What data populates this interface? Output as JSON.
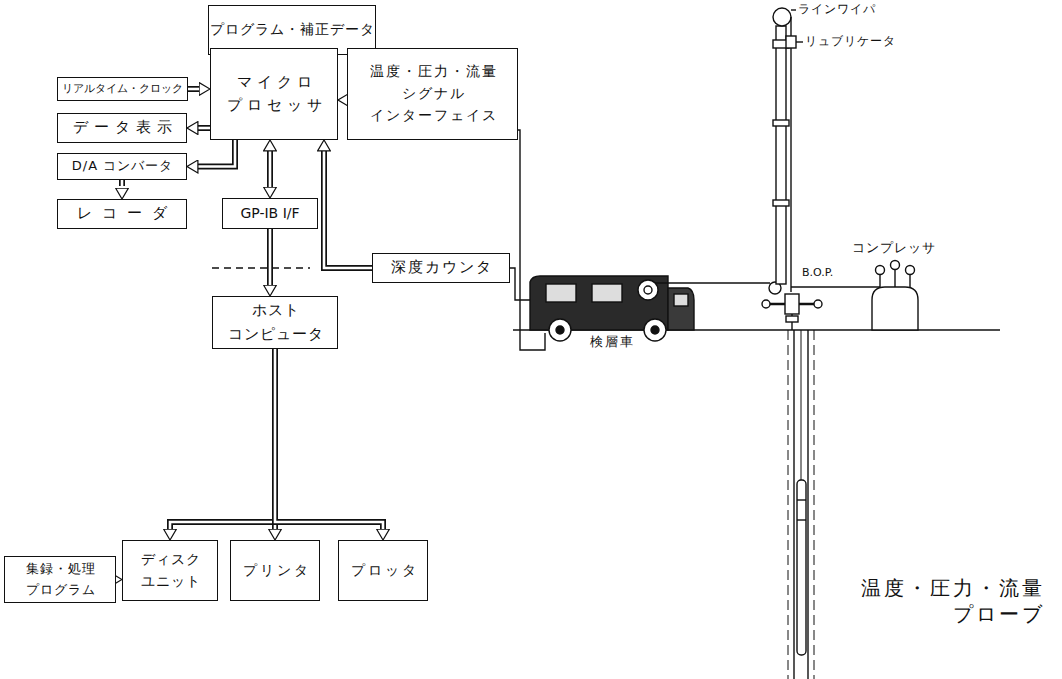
{
  "diagram": {
    "nodes": [
      {
        "text": [
          "プログラム・補正データ"
        ]
      },
      {
        "text": [
          "リアルタイム・クロック"
        ]
      },
      {
        "text": [
          "マイクロ プロセッサ"
        ]
      },
      {
        "text": [
          "データ表示"
        ]
      },
      {
        "text": [
          "温度・圧力・流量 シグナル インターフェイス"
        ]
      },
      {
        "text": [
          "D/A コンバータ"
        ]
      },
      {
        "text": [
          "深度カウンタ"
        ]
      },
      {
        "text": [
          "レコーダ"
        ]
      },
      {
        "text": [
          "GP-IB I/F"
        ]
      },
      {
        "text": [
          "ホスト コンピュータ"
        ]
      },
      {
        "text": [
          "集録・処理 プログラム"
        ]
      },
      {
        "text": [
          "ディスク ユニット"
        ]
      },
      {
        "text": [
          "プリンタ"
        ]
      },
      {
        "text": [
          "プロッタ"
        ]
      }
    ],
    "edges": [
      {
        "from": 0,
        "to": 2,
        "arrow": "to"
      },
      {
        "from": 1,
        "to": 2,
        "arrow": "to"
      },
      {
        "from": 2,
        "to": 3,
        "arrow": "to"
      },
      {
        "from": 2,
        "to": 5,
        "arrow": "to"
      },
      {
        "from": 5,
        "to": 7,
        "arrow": "to"
      },
      {
        "from": 2,
        "to": 8,
        "arrow": "both"
      },
      {
        "from": 4,
        "to": 2,
        "arrow": "to"
      },
      {
        "from": 6,
        "to": 2,
        "arrow": "to"
      },
      {
        "from": 8,
        "to": 9,
        "arrow": "to"
      },
      {
        "from": 9,
        "to": 11,
        "arrow": "to"
      },
      {
        "from": 9,
        "to": 12,
        "arrow": "to"
      },
      {
        "from": 9,
        "to": 13,
        "arrow": "to"
      },
      {
        "from": 10,
        "to": 11,
        "arrow": "to"
      }
    ],
    "labels": [
      "ラインワイパ",
      "リュブリケータ",
      "コンプレッサ",
      "B.O.P.",
      "検層車",
      "温度・圧力・流量 プローブ"
    ]
  }
}
